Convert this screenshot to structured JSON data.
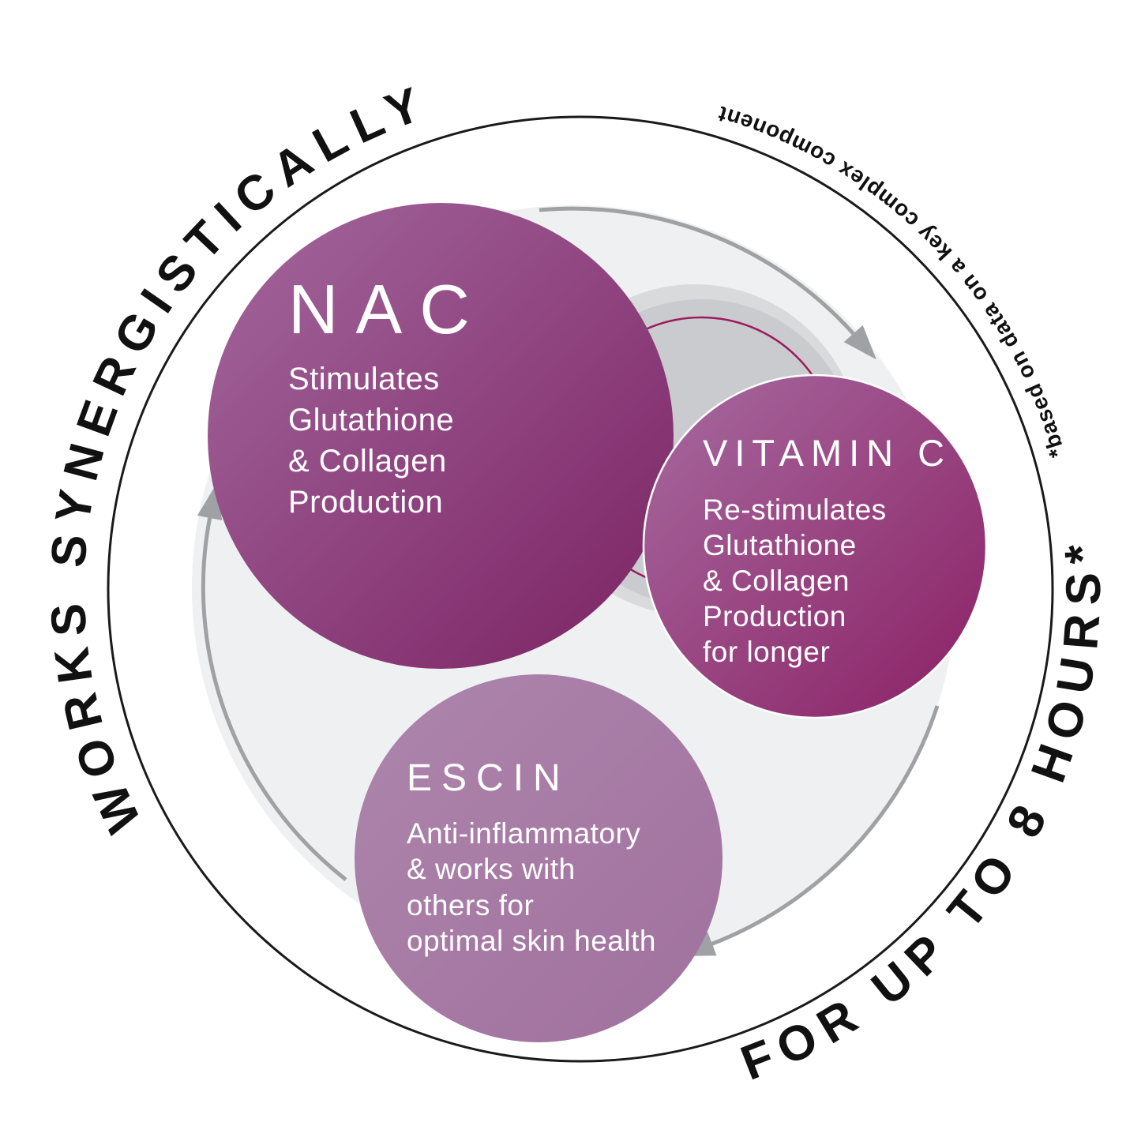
{
  "diagram": {
    "curved": {
      "top": "WORKS SYNERGISTICALLY",
      "bottom": "FOR UP TO 8 HOURS*",
      "footnote": "*based on data on a key complex component"
    },
    "circles": [
      {
        "title": "NAC",
        "lines": [
          "Stimulates",
          "Glutathione",
          "& Collagen",
          "Production"
        ]
      },
      {
        "title": "VITAMIN C",
        "lines": [
          "Re-stimulates",
          "Glutathione",
          "& Collagen",
          "Production",
          "for longer"
        ]
      },
      {
        "title": "ESCIN",
        "lines": [
          "Anti-inflammatory",
          "& works with",
          "others for",
          "optimal skin health"
        ]
      }
    ],
    "colors": {
      "outline": "#1a1a1a",
      "curved_text": "#111111",
      "inner_disc": "#eff0f2",
      "halo_disc": "#d8dadc",
      "center_disc": "#c9cbce",
      "center_ring": "#9c1b5c",
      "arrow": "#9fa1a4",
      "nac_light": "#a3689d",
      "nac_dark": "#7c2263",
      "vitc_light": "#a76ba0",
      "vitc_dark": "#8b2065",
      "escin_light": "#ad86ac",
      "escin_dark": "#a0709d",
      "text_on_circle": "#ffffff"
    }
  }
}
